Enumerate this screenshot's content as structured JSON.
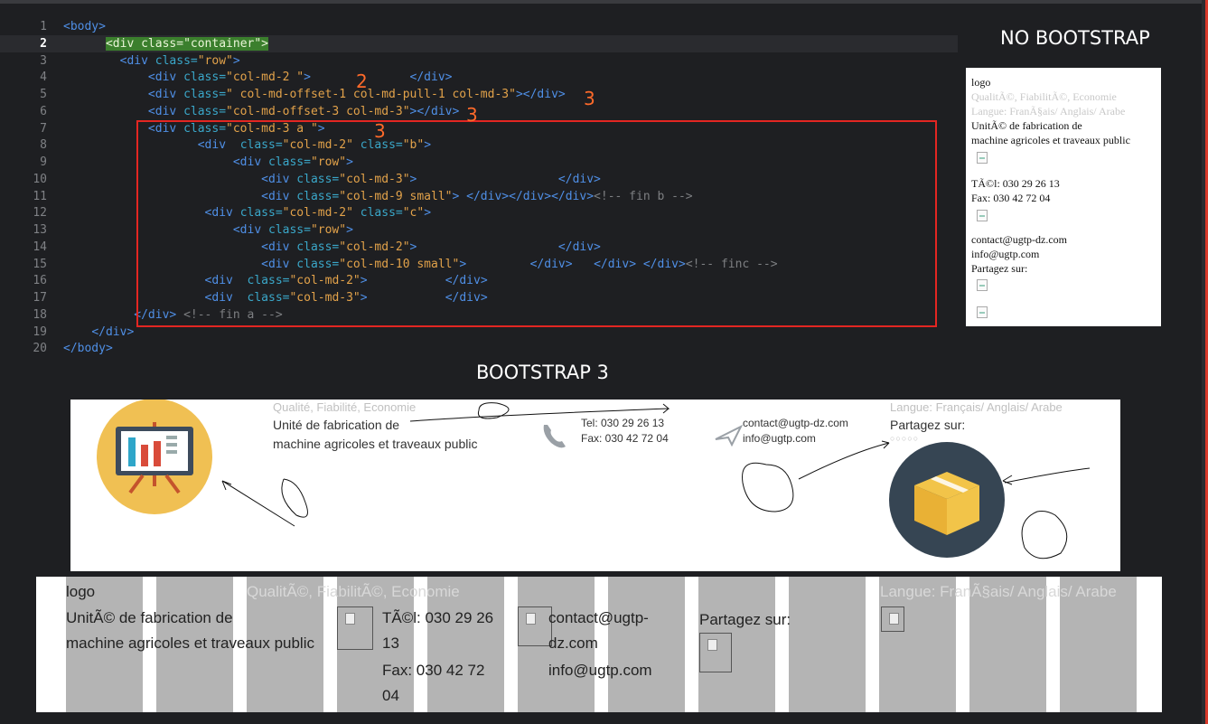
{
  "editor": {
    "lines": [
      {
        "n": "1",
        "html": "<span class='tag'>&lt;body&gt;</span>"
      },
      {
        "n": "2",
        "html": "      <span class='hl'><span class='tag'>&lt;div</span> <span class='attr'>class=</span><span class='val'>\"container\"</span><span class='tag'>&gt;</span></span>"
      },
      {
        "n": "3",
        "html": "        <span class='tag'>&lt;div</span> <span class='attr'>class=</span><span class='val'>\"row\"</span><span class='tag'>&gt;</span>"
      },
      {
        "n": "4",
        "html": "            <span class='tag'>&lt;div</span> <span class='attr'>class=</span><span class='val'>\"col-md-2 \"</span><span class='tag'>&gt;</span>              <span class='tag'>&lt;/div&gt;</span>"
      },
      {
        "n": "5",
        "html": "            <span class='tag'>&lt;div</span> <span class='attr'>class=</span><span class='val'>\" col-md-offset-1 col-md-pull-1 col-md-3\"</span><span class='tag'>&gt;&lt;/div&gt;</span>"
      },
      {
        "n": "6",
        "html": "            <span class='tag'>&lt;div</span> <span class='attr'>class=</span><span class='val'>\"col-md-offset-3 col-md-3\"</span><span class='tag'>&gt;&lt;/div&gt;</span>"
      },
      {
        "n": "7",
        "html": "            <span class='tag'>&lt;div</span> <span class='attr'>class=</span><span class='val'>\"col-md-3 a \"</span><span class='tag'>&gt;</span>"
      },
      {
        "n": "8",
        "html": "                   <span class='tag'>&lt;div</span>  <span class='attr'>class=</span><span class='val'>\"col-md-2\"</span> <span class='attr'>class=</span><span class='val'>\"b\"</span><span class='tag'>&gt;</span>"
      },
      {
        "n": "9",
        "html": "                        <span class='tag'>&lt;div</span> <span class='attr'>class=</span><span class='val'>\"row\"</span><span class='tag'>&gt;</span>"
      },
      {
        "n": "10",
        "html": "                            <span class='tag'>&lt;div</span> <span class='attr'>class=</span><span class='val'>\"col-md-3\"</span><span class='tag'>&gt;</span>                    <span class='tag'>&lt;/div&gt;</span>"
      },
      {
        "n": "11",
        "html": "                            <span class='tag'>&lt;div</span> <span class='attr'>class=</span><span class='val'>\"col-md-9 small\"</span><span class='tag'>&gt;</span> <span class='tag'>&lt;/div&gt;&lt;/div&gt;&lt;/div&gt;</span><span class='cmt'>&lt;!-- fin b --&gt;</span>"
      },
      {
        "n": "12",
        "html": "                    <span class='tag'>&lt;div</span> <span class='attr'>class=</span><span class='val'>\"col-md-2\"</span> <span class='attr'>class=</span><span class='val'>\"c\"</span><span class='tag'>&gt;</span>"
      },
      {
        "n": "13",
        "html": "                        <span class='tag'>&lt;div</span> <span class='attr'>class=</span><span class='val'>\"row\"</span><span class='tag'>&gt;</span>"
      },
      {
        "n": "14",
        "html": "                            <span class='tag'>&lt;div</span> <span class='attr'>class=</span><span class='val'>\"col-md-2\"</span><span class='tag'>&gt;</span>                    <span class='tag'>&lt;/div&gt;</span>"
      },
      {
        "n": "15",
        "html": "                            <span class='tag'>&lt;div</span> <span class='attr'>class=</span><span class='val'>\"col-md-10 small\"</span><span class='tag'>&gt;</span>         <span class='tag'>&lt;/div&gt;</span>   <span class='tag'>&lt;/div&gt;</span> <span class='tag'>&lt;/div&gt;</span><span class='cmt'>&lt;!-- finc --&gt;</span>"
      },
      {
        "n": "16",
        "html": "                    <span class='tag'>&lt;div</span>  <span class='attr'>class=</span><span class='val'>\"col-md-2\"</span><span class='tag'>&gt;</span>           <span class='tag'>&lt;/div&gt;</span>"
      },
      {
        "n": "17",
        "html": "                    <span class='tag'>&lt;div</span>  <span class='attr'>class=</span><span class='val'>\"col-md-3\"</span><span class='tag'>&gt;</span>           <span class='tag'>&lt;/div&gt;</span>"
      },
      {
        "n": "18",
        "html": "          <span class='tag'>&lt;/div&gt;</span> <span class='cmt'>&lt;!-- fin a --&gt;</span>"
      },
      {
        "n": "19",
        "html": "    <span class='tag'>&lt;/div&gt;</span>"
      },
      {
        "n": "20",
        "html": "<span class='tag'>&lt;/body&gt;</span>"
      }
    ],
    "annotations": [
      "2",
      "3",
      "3",
      "3"
    ]
  },
  "headings": {
    "no_bootstrap": "NO BOOTSTRAP",
    "bootstrap3": "BOOTSTRAP 3"
  },
  "no_bootstrap_panel": {
    "logo": "logo",
    "tagline": "QualitÃ©, FiabilitÃ©, Economie",
    "langue": "Langue: FranÃ§ais/ Anglais/ Arabe",
    "unit1": "UnitÃ© de fabrication de",
    "unit2": "machine agricoles et traveaux public",
    "tel": "TÃ©l: 030 29 26 13",
    "fax": "Fax: 030 42 72 04",
    "email1": "contact@ugtp-dz.com",
    "email2": "info@ugtp.com",
    "share": "Partagez sur:"
  },
  "bootstrap_panel": {
    "tagline": "Qualité, Fiabilité, Economie",
    "unit1": "Unité de fabrication de",
    "unit2": "machine agricoles et traveaux public",
    "tel": "Tel: 030 29 26 13",
    "fax": "Fax: 030 42 72 04",
    "email1": "contact@ugtp-dz.com",
    "email2": "info@ugtp.com",
    "langue": "Langue: Français/ Anglais/ Arabe",
    "share": "Partagez sur:"
  },
  "bottom_panel": {
    "logo": "logo",
    "unit1": "UnitÃ© de fabrication de",
    "unit2": "machine agricoles et traveaux public",
    "tagline": "QualitÃ©, FiabilitÃ©, Economie",
    "tel1": "TÃ©l: 030 29 26",
    "tel2": "13",
    "fax1": "Fax: 030 42 72",
    "fax2": "04",
    "email1a": "contact@ugtp-",
    "email1b": "dz.com",
    "email2": "info@ugtp.com",
    "share": "Partagez sur:",
    "langue": "Langue: FranÃ§ais/ Anglais/ Arabe"
  },
  "colors": {
    "highlight_box": "#e32622",
    "annotation": "#ff6a2a"
  }
}
